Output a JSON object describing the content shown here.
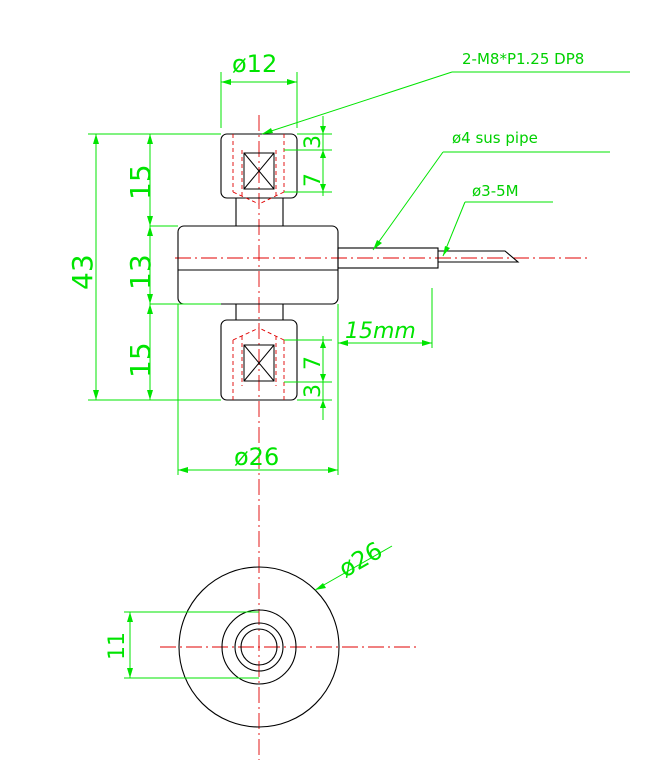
{
  "colors": {
    "dimension": "#00e400",
    "outline": "#000000",
    "centerline": "#e00000",
    "background": "#ffffff"
  },
  "dimensions": {
    "top_diameter": "ø12",
    "body_diameter": "ø26",
    "overall_height": "43",
    "upper_stud_height": "15",
    "body_height": "13",
    "lower_stud_height": "15",
    "thread_depth_top": "7",
    "thread_offset_top": "3",
    "thread_depth_bottom": "7",
    "thread_offset_bottom": "3",
    "cable_length": "15mm",
    "bottom_view_diameter": "ø26",
    "bottom_view_flat": "11"
  },
  "notes": {
    "thread": "2-M8*P1.25 DP8",
    "pipe": "ø4 sus pipe",
    "cable": "ø3-5M"
  }
}
